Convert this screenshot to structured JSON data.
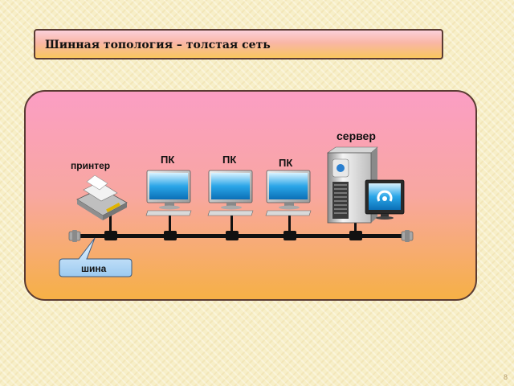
{
  "slide": {
    "title": "Шинная топология – толстая сеть",
    "page_number": "8"
  },
  "diagram": {
    "labels": {
      "server": "сервер",
      "printer": "принтер",
      "pc1": "ПК",
      "pc2": "ПК",
      "pc3": "ПК",
      "bus": "шина"
    },
    "icons": [
      "printer-icon",
      "pc-icon",
      "pc-icon",
      "pc-icon",
      "server-icon",
      "monitor-icon",
      "terminator-icon",
      "connector-icon"
    ],
    "colors": {
      "bus_cable": "#111111",
      "terminator": "#a8a8a8",
      "panel_top": "#fb9ec4",
      "panel_bottom": "#f6b046",
      "callout": "#bfe0ff"
    }
  }
}
